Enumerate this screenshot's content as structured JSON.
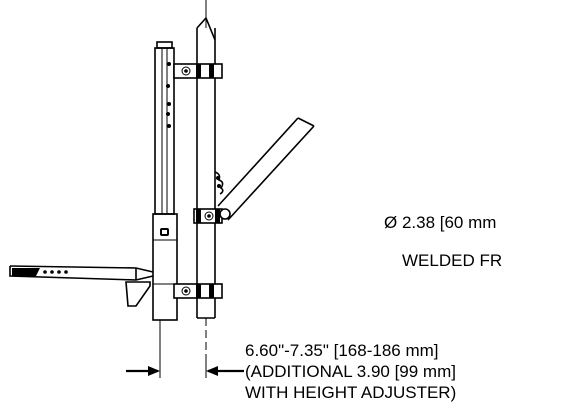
{
  "callout": {
    "diameter_line": "Ø 2.38 [60 mm",
    "material_line": "WELDED FR"
  },
  "dimension": {
    "line1": "6.60\"-7.35\" [168-186 mm]",
    "line2": "(ADDITIONAL  3.90 [99 mm]",
    "line3": "WITH HEIGHT ADJUSTER)"
  }
}
